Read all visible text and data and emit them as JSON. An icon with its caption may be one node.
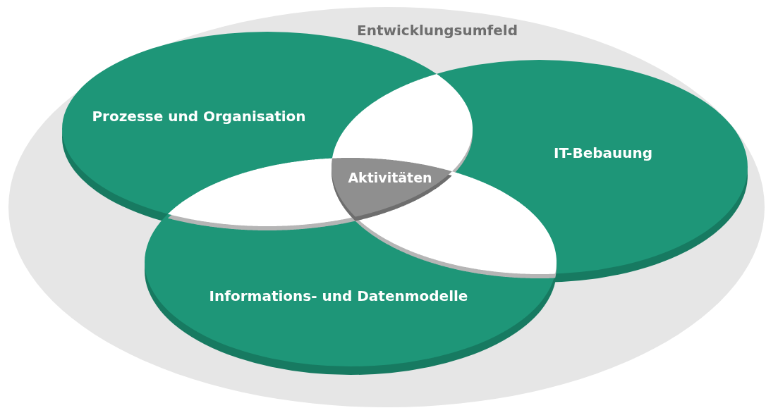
{
  "diagram": {
    "nodes": [
      {
        "text": [
          "Entwicklungsumfeld"
        ]
      },
      {
        "text": [
          "Prozesse und Organisation"
        ],
        "in": 0
      },
      {
        "text": [
          "IT-Bebauung"
        ],
        "in": 0
      },
      {
        "text": [
          "Informations- und Datenmodelle"
        ],
        "in": 0
      },
      {
        "text": [
          "Aktivitäten"
        ]
      }
    ]
  }
}
